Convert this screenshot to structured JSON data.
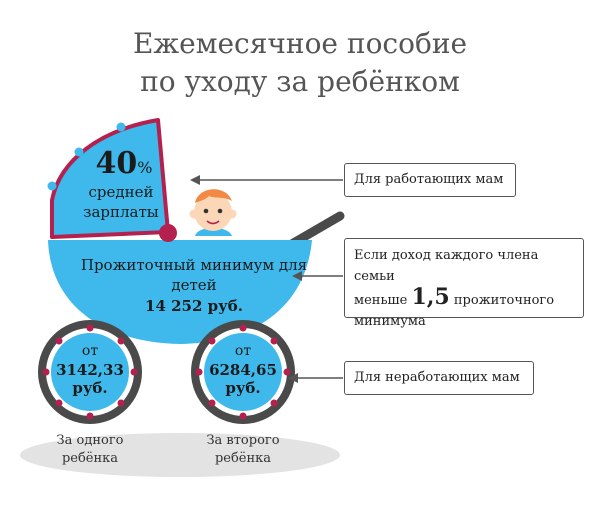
{
  "title": {
    "line1": "Ежемесячное пособие",
    "line2": "по уходу за ребёнком"
  },
  "canopy": {
    "percent": "40",
    "percent_sign": "%",
    "caption": "средней зарплаты"
  },
  "basket": {
    "caption": "Прожиточный минимум для детей",
    "amount": "14 252 руб."
  },
  "wheels": [
    {
      "from": "от",
      "amount": "3142,33 руб.",
      "caption": "За одного ребёнка"
    },
    {
      "from": "от",
      "amount": "6284,65 руб.",
      "caption": "За второго ребёнка"
    }
  ],
  "callouts": {
    "working": "Для работающих мам",
    "income_line1": "Если доход каждого члена семьи",
    "income_prefix": "меньше",
    "income_value": "1,5",
    "income_suffix": "прожиточного",
    "income_line3": "минимума",
    "nonworking": "Для неработающих мам"
  },
  "colors": {
    "blue": "#3fb8ec",
    "crimson": "#b5214e",
    "grey": "#6b6b6b",
    "tire": "#4a4a4a"
  }
}
